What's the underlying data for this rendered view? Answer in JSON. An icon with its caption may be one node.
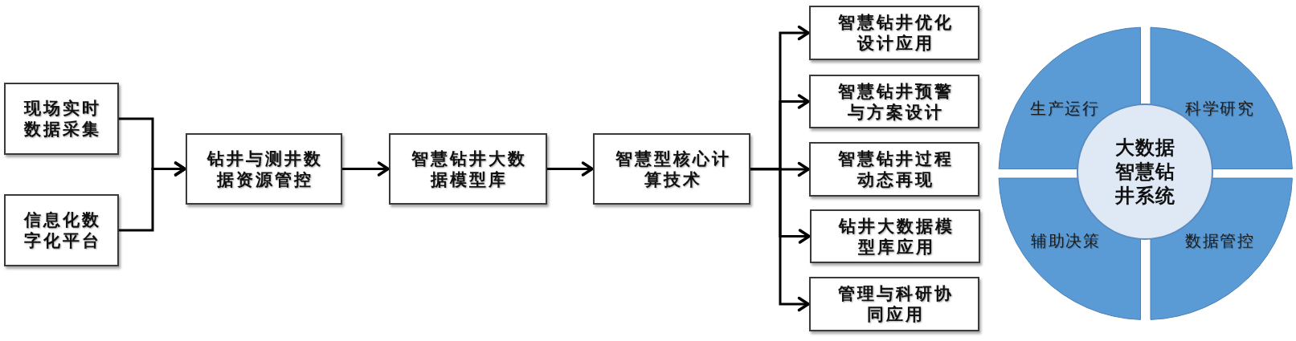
{
  "diagram": {
    "nodes": [
      {
        "text": [
          "现场实时数据采集"
        ]
      },
      {
        "text": [
          "信息化数字化平台"
        ]
      },
      {
        "text": [
          "钻井与测井数据资源管控"
        ]
      },
      {
        "text": [
          "智慧钻井大数据模型库"
        ]
      },
      {
        "text": [
          "智慧型核心计算技术"
        ]
      },
      {
        "text": [
          "智慧钻井优化设计应用"
        ]
      },
      {
        "text": [
          "智慧钻井预警与方案设计"
        ]
      },
      {
        "text": [
          "智慧钻井过程动态再现"
        ]
      },
      {
        "text": [
          "钻井大数据模型库应用"
        ]
      },
      {
        "text": [
          "管理与科研协同应用"
        ]
      },
      {
        "text": [
          "生产运行"
        ]
      },
      {
        "text": [
          "科学研究"
        ]
      },
      {
        "text": [
          "大数据智慧钻井系统"
        ]
      },
      {
        "text": [
          "辅助决策"
        ]
      },
      {
        "text": [
          "数据管控"
        ]
      }
    ],
    "edges": [
      {
        "from": 0,
        "to": 2,
        "arrow": "to"
      },
      {
        "from": 1,
        "to": 2,
        "arrow": "to"
      },
      {
        "from": 2,
        "to": 3,
        "arrow": "to"
      },
      {
        "from": 3,
        "to": 4,
        "arrow": "to"
      },
      {
        "from": 4,
        "to": 5,
        "arrow": "to"
      },
      {
        "from": 4,
        "to": 6,
        "arrow": "to"
      },
      {
        "from": 4,
        "to": 7,
        "arrow": "to"
      },
      {
        "from": 4,
        "to": 8,
        "arrow": "to"
      },
      {
        "from": 4,
        "to": 9,
        "arrow": "to"
      }
    ]
  }
}
